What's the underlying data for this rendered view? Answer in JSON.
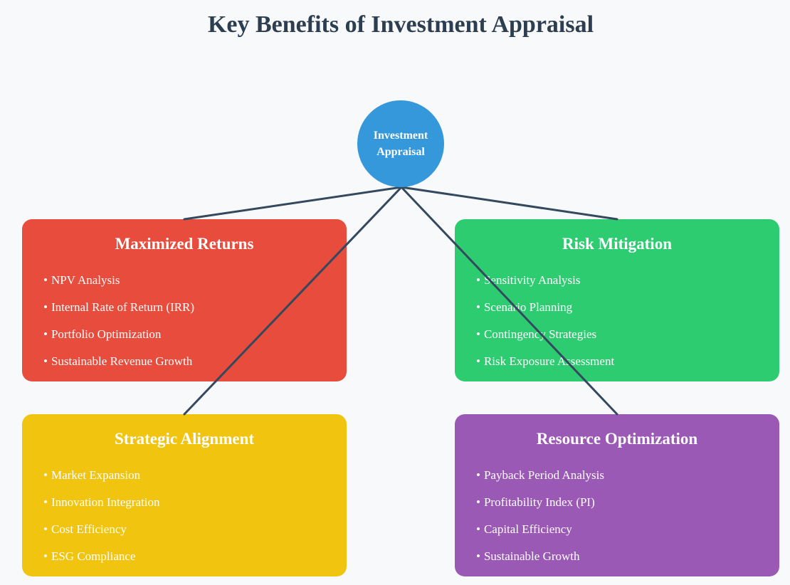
{
  "title": "Key Benefits of Investment Appraisal",
  "hub": {
    "label_line1": "Investment",
    "label_line2": "Appraisal",
    "color": "#3498db"
  },
  "connector_color": "#34495e",
  "bullet_char": "•",
  "cards": [
    {
      "title": "Maximized Returns",
      "color": "#e74c3c",
      "items": [
        "NPV Analysis",
        "Internal Rate of Return (IRR)",
        "Portfolio Optimization",
        "Sustainable Revenue Growth"
      ]
    },
    {
      "title": "Risk Mitigation",
      "color": "#2ecc71",
      "items": [
        "Sensitivity Analysis",
        "Scenario Planning",
        "Contingency Strategies",
        "Risk Exposure Assessment"
      ]
    },
    {
      "title": "Strategic Alignment",
      "color": "#f1c40f",
      "items": [
        "Market Expansion",
        "Innovation Integration",
        "Cost Efficiency",
        "ESG Compliance"
      ]
    },
    {
      "title": "Resource Optimization",
      "color": "#9b59b6",
      "items": [
        "Payback Period Analysis",
        "Profitability Index (PI)",
        "Capital Efficiency",
        "Sustainable Growth"
      ]
    }
  ]
}
